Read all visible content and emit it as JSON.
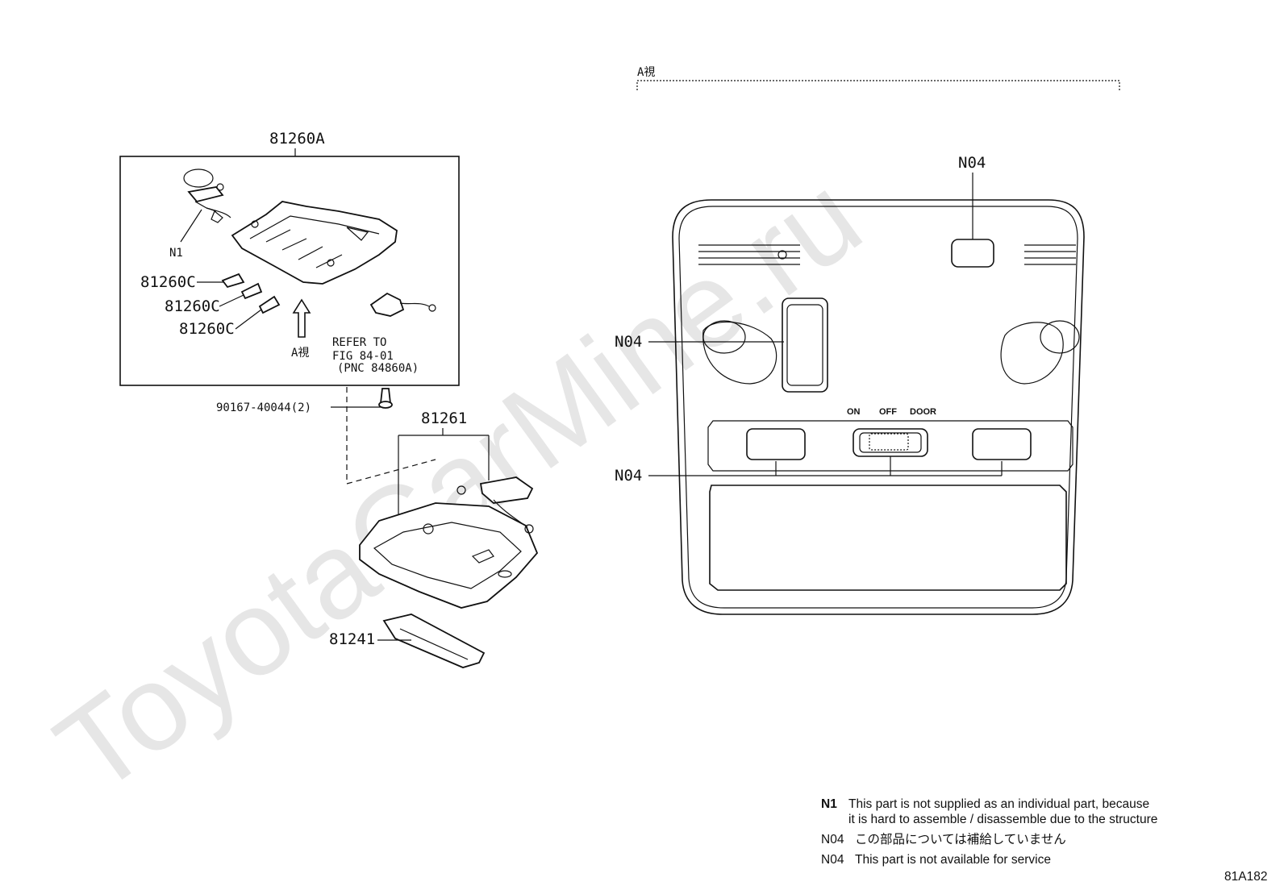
{
  "watermark": "ToyotaCarMine.ru",
  "view_a_header": "A視",
  "left_assembly": {
    "box_label": "81260A",
    "n1_label": "N1",
    "bulb_labels": [
      "81260C",
      "81260C",
      "81260C"
    ],
    "view_arrow_label": "A視",
    "refer_lines": [
      "REFER TO",
      "FIG 84-01",
      "(PNC 84860A)"
    ],
    "screw_label": "90167-40044(2)",
    "housing_label": "81261",
    "lens_label": "81241"
  },
  "right_view": {
    "n04_labels": [
      "N04",
      "N04",
      "N04"
    ],
    "switch_positions": [
      "ON",
      "OFF",
      "DOOR"
    ]
  },
  "notes": [
    {
      "code": "N1",
      "lines": [
        "This part is not supplied as an individual part, because",
        "it is hard to assemble / disassemble due to the structure"
      ]
    },
    {
      "code": "N04",
      "lines": [
        "この部品については補給していません"
      ]
    },
    {
      "code": "N04",
      "lines": [
        "This part is not available for service"
      ]
    }
  ],
  "figure_code": "81A182"
}
